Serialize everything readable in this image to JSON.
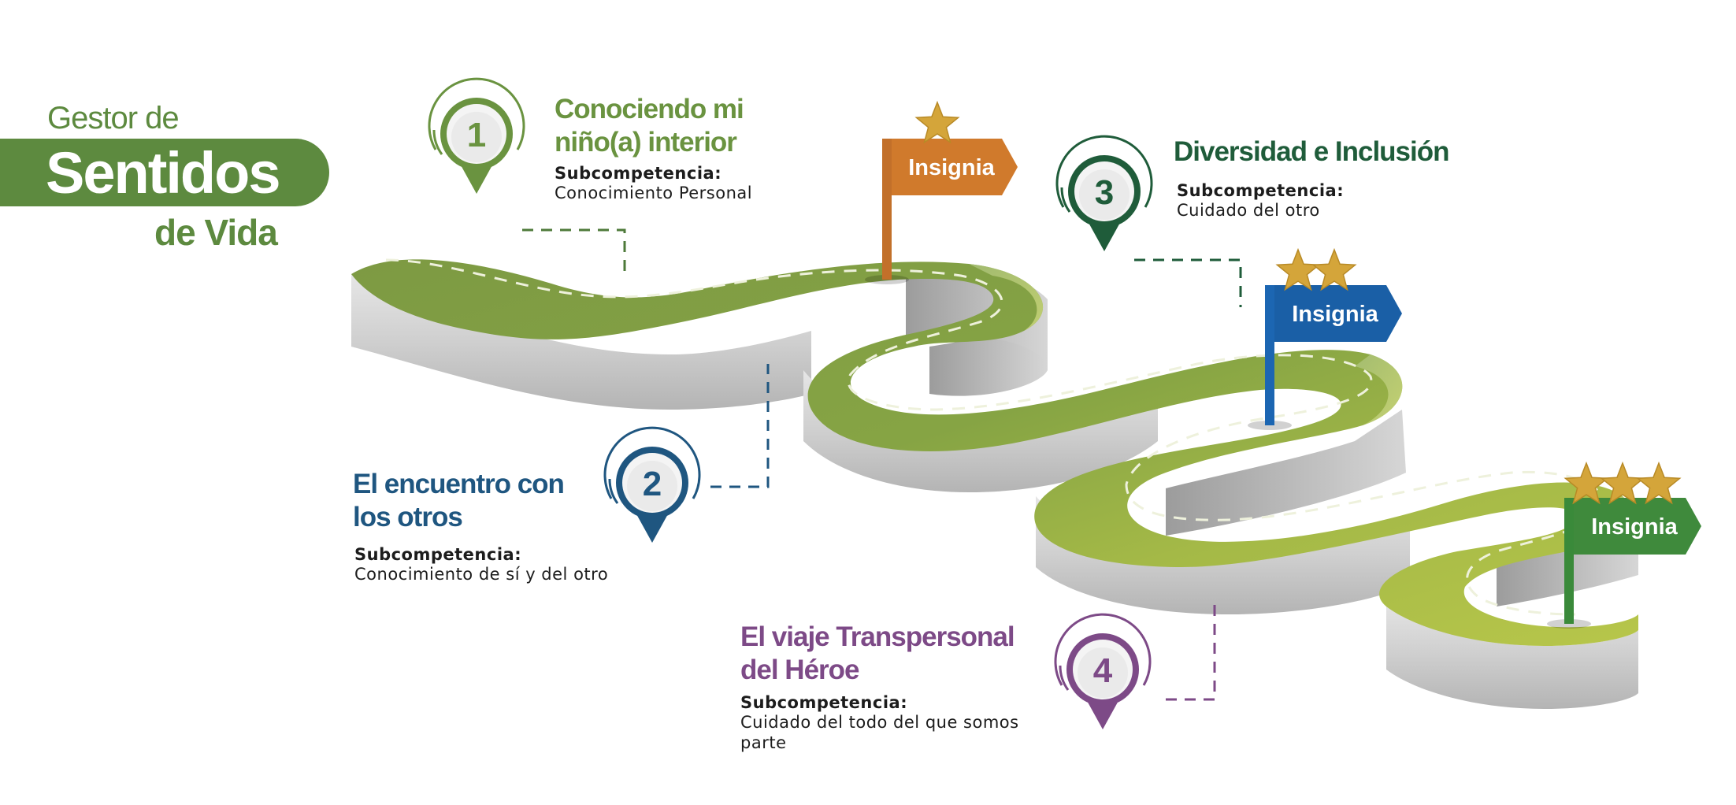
{
  "brand": {
    "line1": "Gestor de",
    "line2": "Sentidos",
    "line3": "de Vida",
    "color": "#5d8a3f"
  },
  "colors": {
    "road_green": "#7b9a45",
    "road_yellow": "#aebf45",
    "road_side": "#c8c8c8",
    "dash": "#e8ecd5"
  },
  "steps": [
    {
      "number": "1",
      "title_line1": "Conociendo mi",
      "title_line2": "niño(a) interior",
      "sub_label": "Subcompetencia:",
      "sub_text_line1": "Conocimiento Personal",
      "sub_text_line2": "",
      "color": "#6a9340",
      "pin_icon": "map-pin-icon"
    },
    {
      "number": "2",
      "title_line1": "El encuentro con",
      "title_line2": "los otros",
      "sub_label": "Subcompetencia:",
      "sub_text_line1": "Conocimiento de sí y del otro",
      "sub_text_line2": "",
      "color": "#1f5680",
      "pin_icon": "map-pin-icon"
    },
    {
      "number": "3",
      "title_line1": "Diversidad e Inclusión",
      "title_line2": "",
      "sub_label": "Subcompetencia:",
      "sub_text_line1": "Cuidado del otro",
      "sub_text_line2": "",
      "color": "#1f5c3a",
      "pin_icon": "map-pin-icon"
    },
    {
      "number": "4",
      "title_line1": "El viaje Transpersonal",
      "title_line2": "del Héroe",
      "sub_label": "Subcompetencia:",
      "sub_text_line1": "Cuidado del todo del que somos",
      "sub_text_line2": "parte",
      "color": "#7d4a87",
      "pin_icon": "map-pin-icon"
    }
  ],
  "badges": [
    {
      "label": "Insignia",
      "stars": 1,
      "color": "#d07a2c",
      "pole_color": "#c2702a"
    },
    {
      "label": "Insignia",
      "stars": 2,
      "color": "#1a5fa6",
      "pole_color": "#1c66b2"
    },
    {
      "label": "Insignia",
      "stars": 3,
      "color": "#3f8a3c",
      "pole_color": "#3a8a3a"
    }
  ],
  "star_icon": "star-icon",
  "star_color": "#d4a53a"
}
